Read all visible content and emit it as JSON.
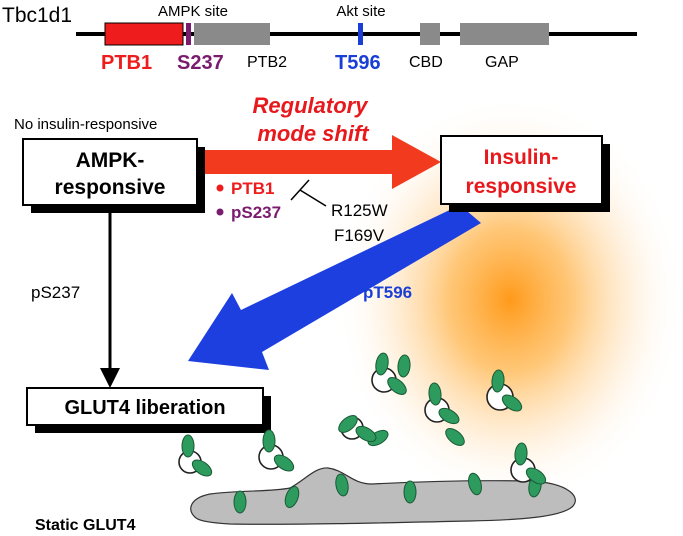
{
  "domain_schema": {
    "protein_name": "Tbc1d1",
    "ampk_site_label": "AMPK site",
    "akt_site_label": "Akt site",
    "domains": {
      "ptb1": "PTB1",
      "s237": "S237",
      "ptb2": "PTB2",
      "t596": "T596",
      "cbd": "CBD",
      "gap": "GAP"
    }
  },
  "nodes": {
    "ampk_responsive": {
      "line1": "AMPK-",
      "line2": "responsive"
    },
    "insulin_responsive": {
      "line1": "Insulin-",
      "line2": "responsive"
    },
    "glut4_liberation": "GLUT4 liberation",
    "static_glut4": "Static GLUT4"
  },
  "labels": {
    "no_insulin_responsive": "No insulin-responsive",
    "regulatory_mode_shift_1": "Regulatory",
    "regulatory_mode_shift_2": "mode shift",
    "bullet_ptb1": "PTB1",
    "bullet_ps237": "pS237",
    "mutation_1": "R125W",
    "mutation_2": "F169V",
    "ps237_arrow": "pS237",
    "pt596_arrow": "pT596"
  },
  "colors": {
    "ptb1_red": "#ee1c1c",
    "s237_purple": "#7b1b6e",
    "t596_blue": "#1a3fd6",
    "domain_gray": "#8a8a8a",
    "shift_arrow_red": "#f23a1e",
    "insulin_arrow_blue": "#1d3fe0",
    "insulin_text_red": "#e8191c",
    "glow_orange": "#ff9a1a",
    "glut4_green": "#2d9a5e",
    "membrane_gray": "#bdbdbd"
  }
}
